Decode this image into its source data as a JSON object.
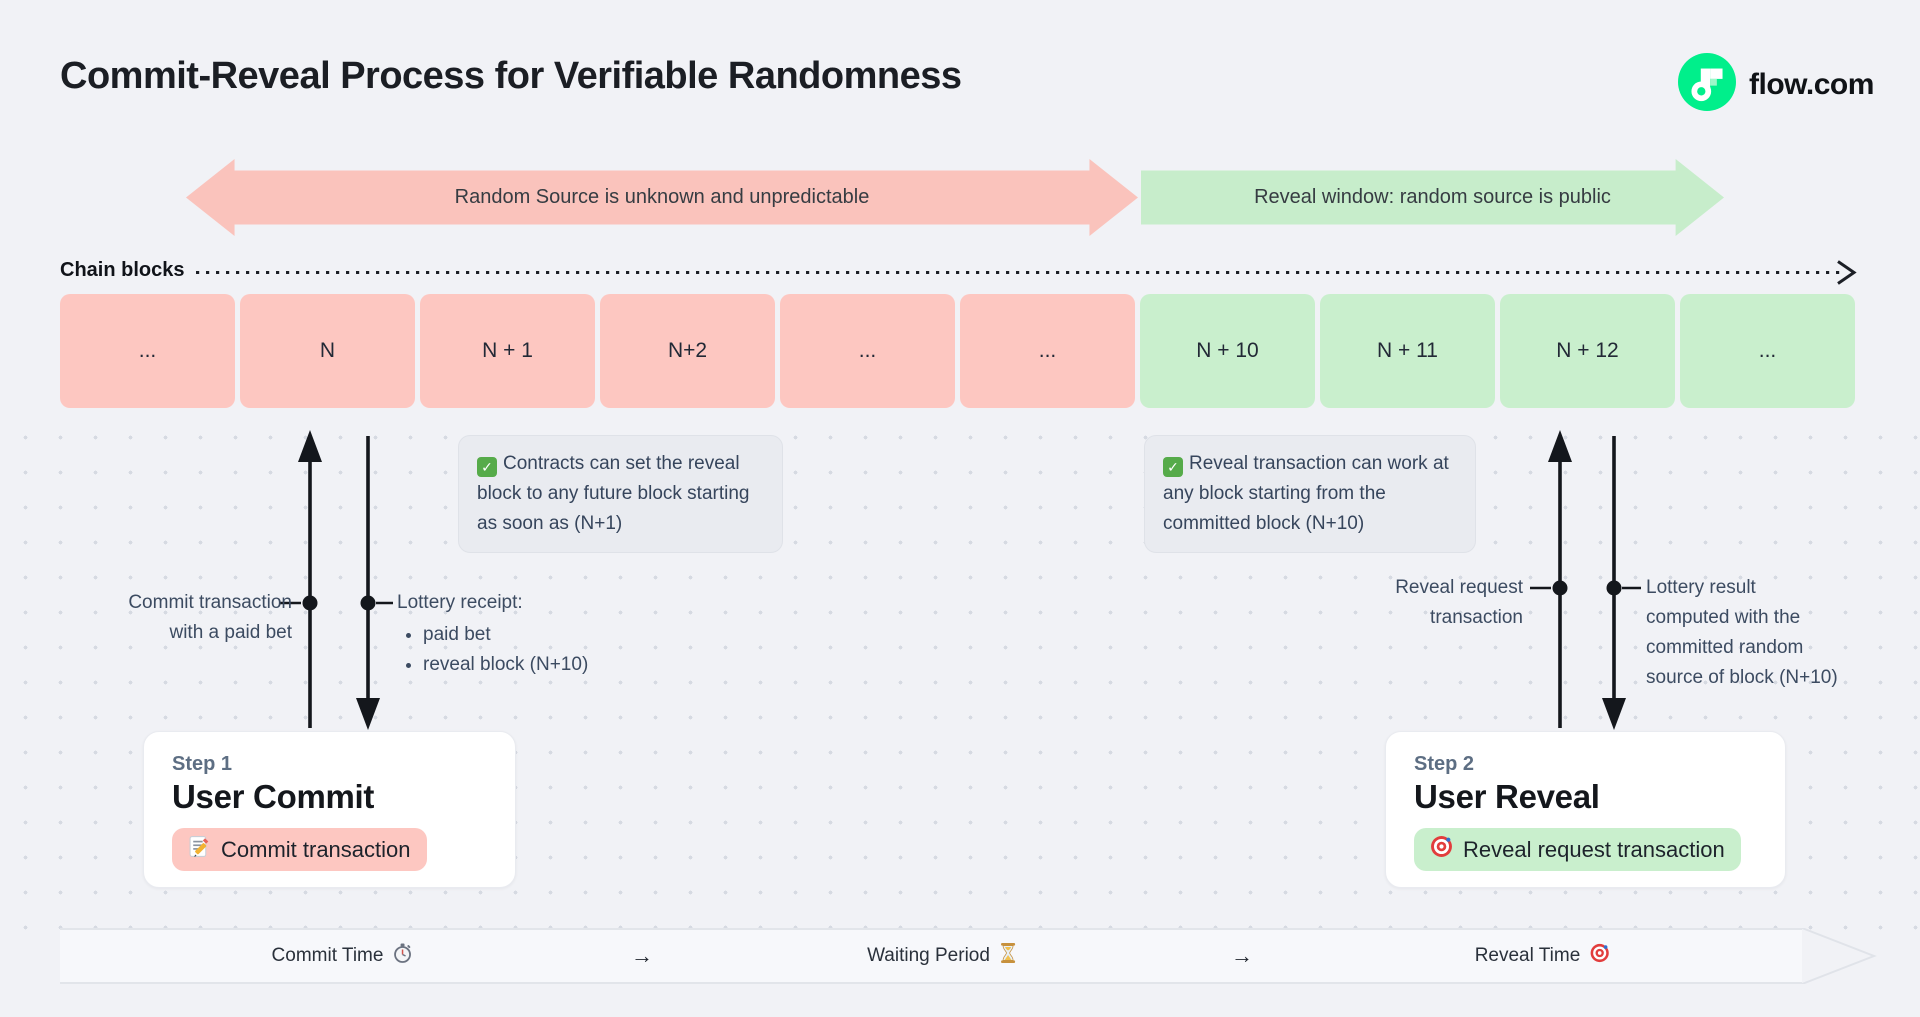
{
  "header": {
    "title": "Commit-Reveal Process for Verifiable Randomness",
    "brand": "flow.com",
    "brand_logo_icon": "flow-logo-icon"
  },
  "banners": {
    "unpredictable": {
      "text": "Random Source is unknown and unpredictable",
      "color": "#fac3bc"
    },
    "reveal_window": {
      "text": "Reveal window: random source is public",
      "color": "#c7edcb"
    }
  },
  "chain": {
    "label": "Chain blocks",
    "blocks": [
      {
        "label": "...",
        "phase": "commit"
      },
      {
        "label": "N",
        "phase": "commit"
      },
      {
        "label": "N + 1",
        "phase": "commit"
      },
      {
        "label": "N+2",
        "phase": "commit"
      },
      {
        "label": "...",
        "phase": "commit"
      },
      {
        "label": "...",
        "phase": "commit"
      },
      {
        "label": "N + 10",
        "phase": "reveal"
      },
      {
        "label": "N + 11",
        "phase": "reveal"
      },
      {
        "label": "N + 12",
        "phase": "reveal"
      },
      {
        "label": "...",
        "phase": "reveal"
      }
    ]
  },
  "notes": [
    {
      "icon": "check-icon",
      "text": "Contracts can set the reveal block to any future block starting as soon as (N+1)"
    },
    {
      "icon": "check-icon",
      "text": "Reveal transaction can work at any block starting from the committed block (N+10)"
    }
  ],
  "annotations": {
    "commit_transaction": {
      "lines": [
        "Commit transaction",
        "with a paid bet"
      ]
    },
    "lottery_receipt": {
      "title": "Lottery receipt:",
      "bullets": [
        "paid bet",
        "reveal block (N+10)"
      ]
    },
    "reveal_request": {
      "lines": [
        "Reveal request",
        "transaction"
      ]
    },
    "lottery_result": {
      "lines": [
        "Lottery result",
        "computed with the",
        "committed random",
        "source of block (N+10)"
      ]
    }
  },
  "steps": [
    {
      "label": "Step 1",
      "title": "User Commit",
      "button": {
        "icon": "memo-icon",
        "label": "Commit transaction",
        "color": "#fdc7c1"
      }
    },
    {
      "label": "Step 2",
      "title": "User Reveal",
      "button": {
        "icon": "target-icon",
        "label": "Reveal request transaction",
        "color": "#c9efcd"
      }
    }
  ],
  "timeline": {
    "items": [
      {
        "label": "Commit Time",
        "icon": "stopwatch-icon"
      },
      {
        "label": "→",
        "icon": null
      },
      {
        "label": "Waiting Period",
        "icon": "hourglass-icon"
      },
      {
        "label": "→",
        "icon": null
      },
      {
        "label": "Reveal Time",
        "icon": "target-icon"
      }
    ]
  },
  "colors": {
    "background": "#f1f2f6",
    "flow_green": "#00ef8b",
    "commit_pink": "#fdc7c1",
    "reveal_green": "#c9efcd",
    "slate_text": "#3c4b61",
    "dark_text": "#14171c"
  }
}
